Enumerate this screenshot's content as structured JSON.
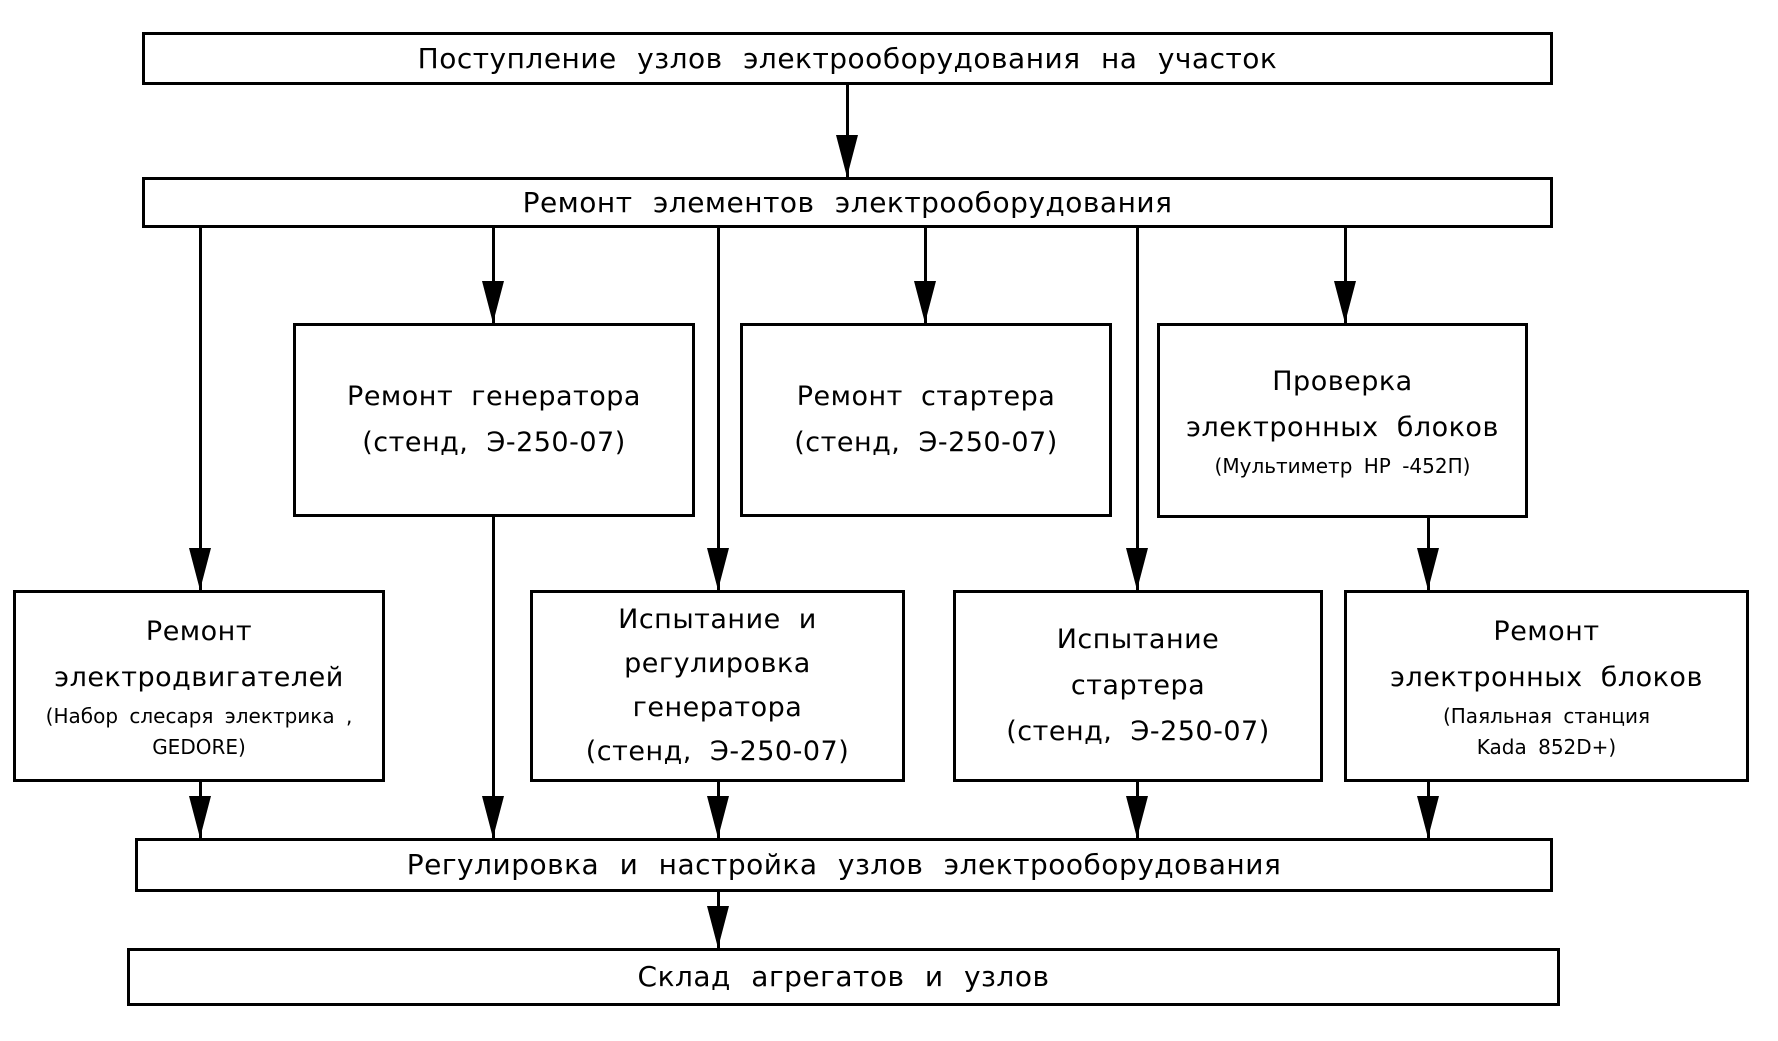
{
  "diagram": {
    "kind": "flowchart",
    "language": "ru",
    "colors": {
      "line": "#000000",
      "background": "#ffffff",
      "box_fill": "#ffffff",
      "text": "#000000"
    }
  },
  "nodes": {
    "arrival": {
      "lines": [
        "Поступление узлов электрооборудования на участок"
      ]
    },
    "repair_elements": {
      "lines": [
        "Ремонт элементов электрооборудования"
      ]
    },
    "generator_repair": {
      "lines": [
        "Ремонт генератора",
        "(стенд, Э-250-07)"
      ]
    },
    "starter_repair": {
      "lines": [
        "Ремонт стартера",
        "(стенд, Э-250-07)"
      ]
    },
    "electronics_check": {
      "lines": [
        "Проверка",
        "электронных блоков"
      ],
      "notes": [
        "(Мультиметр HP -452П)"
      ]
    },
    "motor_repair": {
      "lines": [
        "Ремонт",
        "электродвигателей"
      ],
      "notes": [
        "(Набор слесаря электрика ,",
        "GEDORE)"
      ]
    },
    "generator_test": {
      "lines": [
        "Испытание и",
        "регулировка",
        "генератора",
        "(стенд, Э-250-07)"
      ]
    },
    "starter_test": {
      "lines": [
        "Испытание",
        "стартера",
        "(стенд, Э-250-07)"
      ]
    },
    "electronics_repair": {
      "lines": [
        "Ремонт",
        "электронных блоков"
      ],
      "notes": [
        "(Паяльная станция",
        "Kada 852D+)"
      ]
    },
    "adjustment": {
      "lines": [
        "Регулировка и настройка узлов электрооборудования"
      ]
    },
    "warehouse": {
      "lines": [
        "Склад агрегатов и узлов"
      ]
    }
  }
}
